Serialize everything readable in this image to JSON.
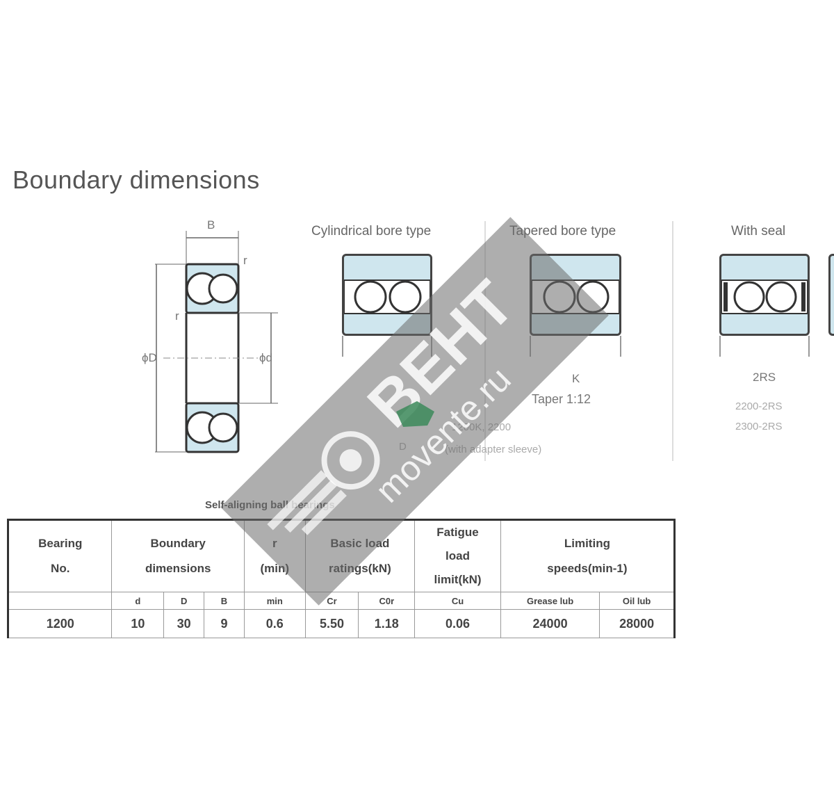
{
  "title": "Boundary dimensions",
  "diagram": {
    "label_B": "B",
    "label_r_top": "r",
    "label_r_side": "r",
    "label_D": "ϕD",
    "label_d": "ϕd"
  },
  "variants": {
    "cylindrical": {
      "caption": "Cylindrical bore type"
    },
    "tapered": {
      "caption": "Tapered bore type",
      "code": "K",
      "taper": "Taper 1:12"
    },
    "with_seal": {
      "caption": "With seal",
      "code": "2RS"
    }
  },
  "blurred_notes": {
    "tapered_note1": "1200K, 2200",
    "tapered_note2": "(with adapter sleeve)",
    "seal_note1": "2200-2RS",
    "seal_note2": "2300-2RS",
    "d_label": "D",
    "table_note": "Self-aligning ball bearings"
  },
  "table": {
    "header": {
      "bearing_no": [
        "Bearing",
        "No."
      ],
      "boundary": [
        "Boundary",
        "dimensions"
      ],
      "r": [
        "r",
        "(min)"
      ],
      "basic_load": [
        "Basic load",
        "ratings(kN)"
      ],
      "fatigue": [
        "Fatigue",
        "load",
        "limit(kN)"
      ],
      "limiting": [
        "Limiting",
        "speeds(min-1)"
      ]
    },
    "subheader": [
      "d",
      "D",
      "B",
      "min",
      "Cr",
      "C0r",
      "Cu",
      "Grease lub",
      "Oil lub"
    ],
    "row": [
      "1200",
      "10",
      "30",
      "9",
      "0.6",
      "5.50",
      "1.18",
      "0.06",
      "24000",
      "28000"
    ]
  },
  "watermark": {
    "brand": "ВЕНТ",
    "site": "movente.ru"
  },
  "colors": {
    "bearing_fill": "#cfe6ee",
    "watermark": "#6b6b6b",
    "watermark_green": "#3c8a5a"
  }
}
